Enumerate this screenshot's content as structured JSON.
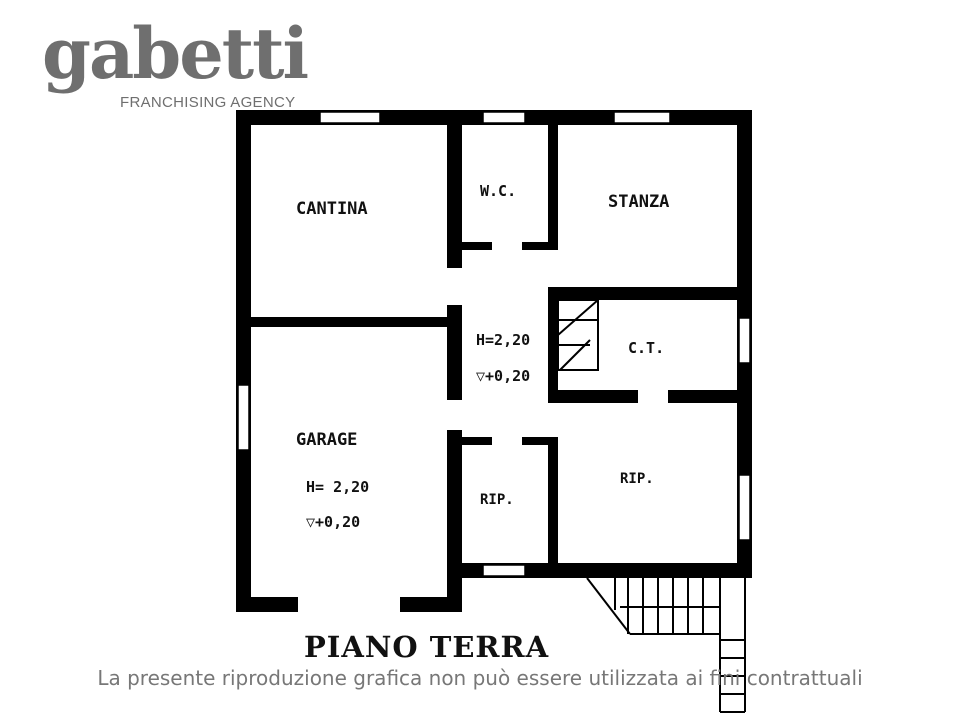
{
  "logo": {
    "wordmark": "gabetti",
    "tagline": "FRANCHISING AGENCY",
    "color": "#6f6f6f"
  },
  "plan": {
    "title": "PIANO TERRA",
    "rooms": {
      "cantina": "CANTINA",
      "wc": "W.C.",
      "stanza": "STANZA",
      "ct": "C.T.",
      "corridor_h": "H=2,20",
      "corridor_level": "▽+0,20",
      "garage": "GARAGE",
      "garage_h": "H= 2,20",
      "garage_level": "▽+0,20",
      "rip_small": "RIP.",
      "rip_large": "RIP."
    }
  },
  "caption": "La presente riproduzione grafica non può essere utilizzata ai fini contrattuali"
}
